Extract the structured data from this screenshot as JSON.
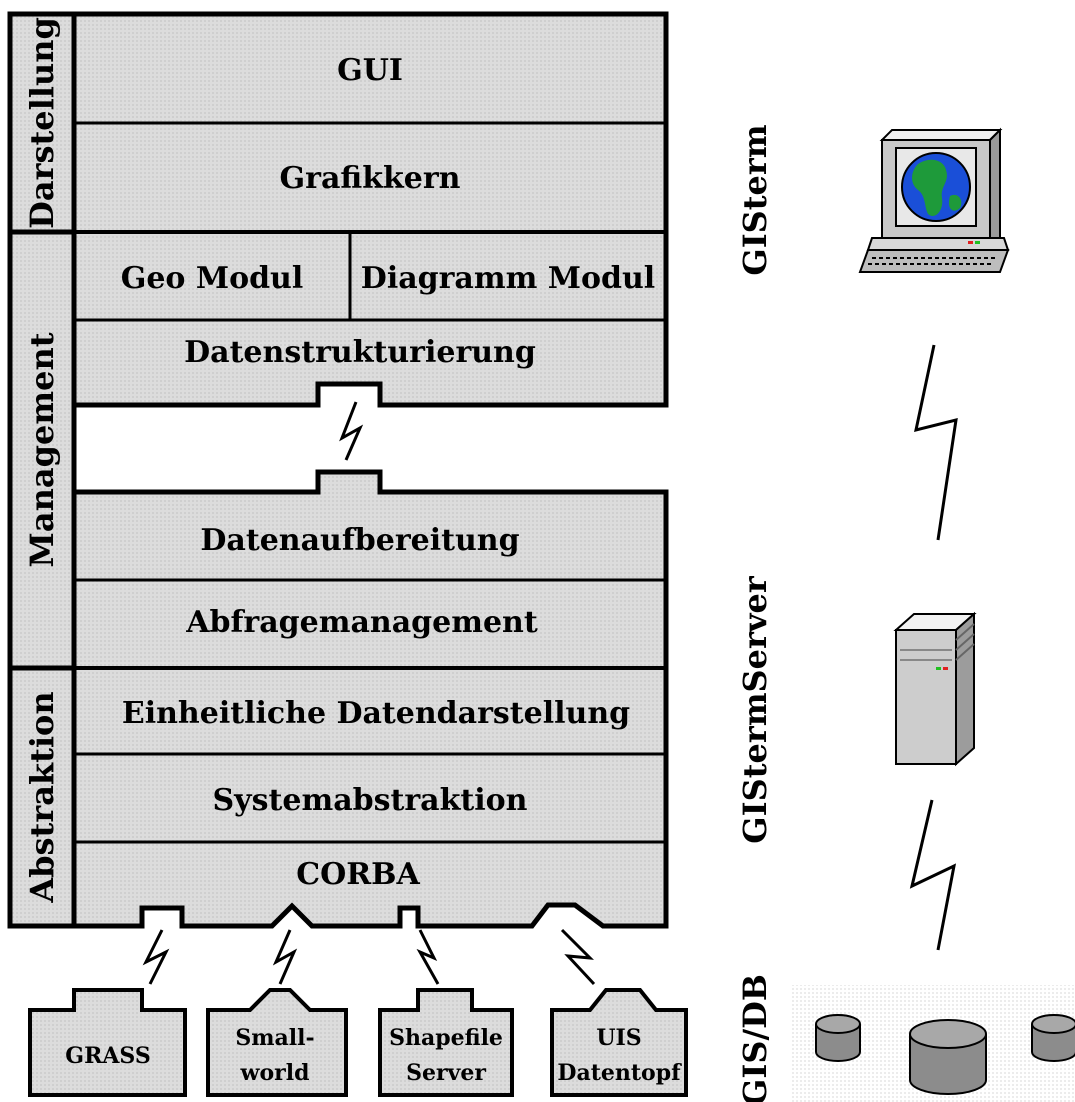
{
  "side_labels": {
    "darstellung": "Darstellung",
    "management": "Management",
    "abstraktion": "Abstraktion"
  },
  "client_stack": {
    "gui": "GUI",
    "grafikkern": "Grafikkern",
    "geo_modul": "Geo Modul",
    "diagramm_modul": "Diagramm Modul",
    "datenstrukturierung": "Datenstrukturierung"
  },
  "server_stack": {
    "datenaufbereitung": "Datenaufbereitung",
    "abfragemanagement": "Abfragemanagement",
    "einheitliche_datendarstellung": "Einheitliche Datendarstellung",
    "systemabstraktion": "Systemabstraktion",
    "corba": "CORBA"
  },
  "data_sources": {
    "grass": "GRASS",
    "smallworld": [
      "Small-",
      "world"
    ],
    "shapefile": [
      "Shapefile",
      "Server"
    ],
    "uis": [
      "UIS",
      "Datentopf"
    ]
  },
  "tiers": {
    "gisterm": "GISterm",
    "gistermserver": "GIStermServer",
    "gisdb": "GIS/DB"
  },
  "colors": {
    "box_fill": "#d6d6d6",
    "stroke": "#000000",
    "globe_ocean": "#1a4fd8",
    "globe_land": "#1e9a3a",
    "led_red": "#e02020",
    "led_green": "#20c020"
  },
  "icons": [
    "computer-terminal-icon",
    "server-tower-icon",
    "database-cylinder-icon",
    "lightning-connection-icon"
  ]
}
